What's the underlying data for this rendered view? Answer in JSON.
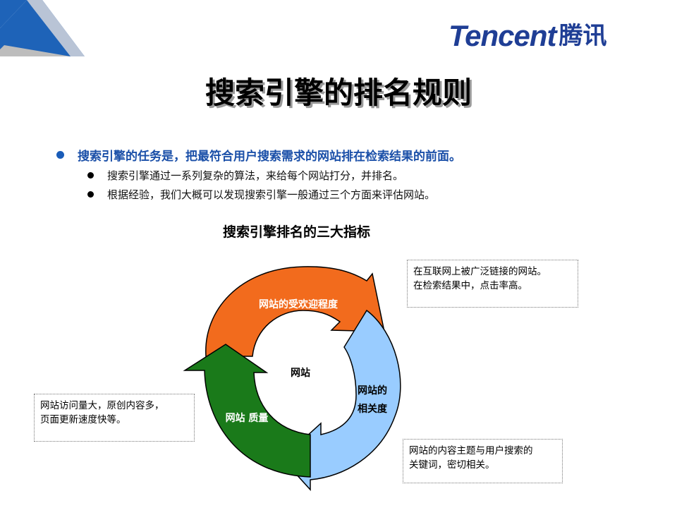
{
  "logo": {
    "en": "Tencent",
    "zh": "腾讯"
  },
  "title": "搜索引擎的排名规则",
  "bullet_main": "搜索引擎的任务是，把最符合用户搜索需求的网站排在检索结果的前面。",
  "sub_bullets": [
    "搜索引擎通过一系列复杂的算法，来给每个网站打分，并排名。",
    "根据经验，我们大概可以发现搜索引擎一般通过三个方面来评估网站。"
  ],
  "chart_title": "搜索引擎排名的三大指标",
  "cycle": {
    "center": "网站",
    "popularity": "网站的受欢迎程度",
    "relevance_line1": "网站的",
    "relevance_line2": "相关度",
    "quality": "网站 质量"
  },
  "notes": {
    "popularity": [
      "在互联网上被广泛链接的网站。",
      "在检索结果中，点击率高。"
    ],
    "quality": [
      "网站访问量大，原创内容多，",
      "页面更新速度快等。"
    ],
    "relevance": [
      "网站的内容主题与用户搜索的",
      "关键词，密切相关。"
    ]
  },
  "colors": {
    "orange": "#f26b1d",
    "blue": "#99ccff",
    "green": "#1a7a1a",
    "brand": "#1f3e95",
    "bullet_blue": "#1a4fa8"
  }
}
